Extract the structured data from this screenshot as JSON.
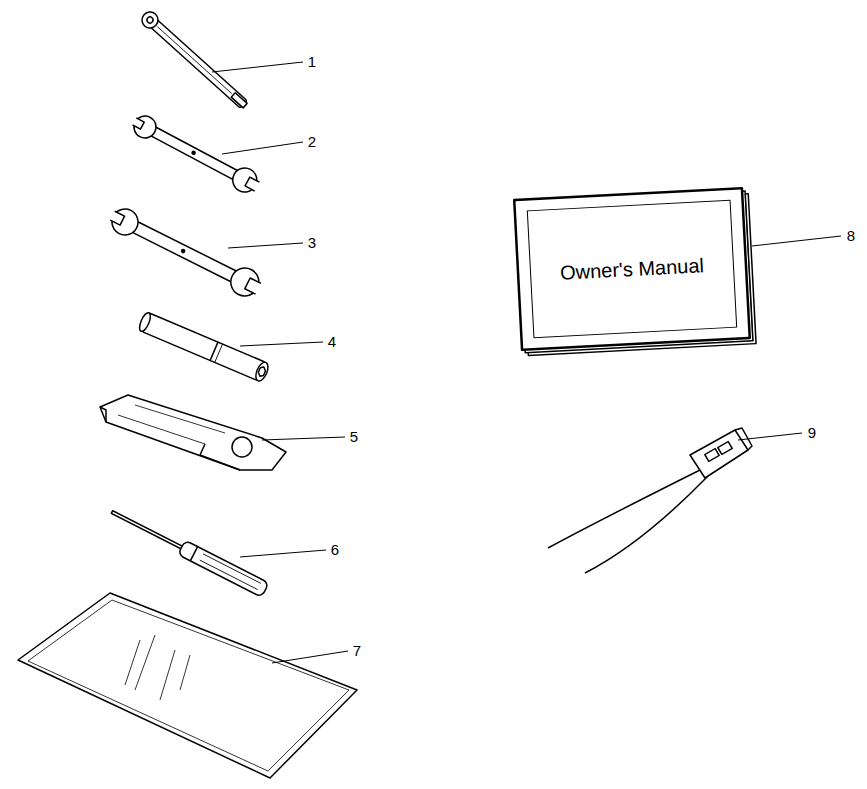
{
  "diagram": {
    "nodes": [
      {
        "text": [
          "Owner's Manual"
        ]
      }
    ],
    "labels": [
      "1",
      "2",
      "3",
      "4",
      "5",
      "6",
      "7",
      "8",
      "9"
    ]
  }
}
